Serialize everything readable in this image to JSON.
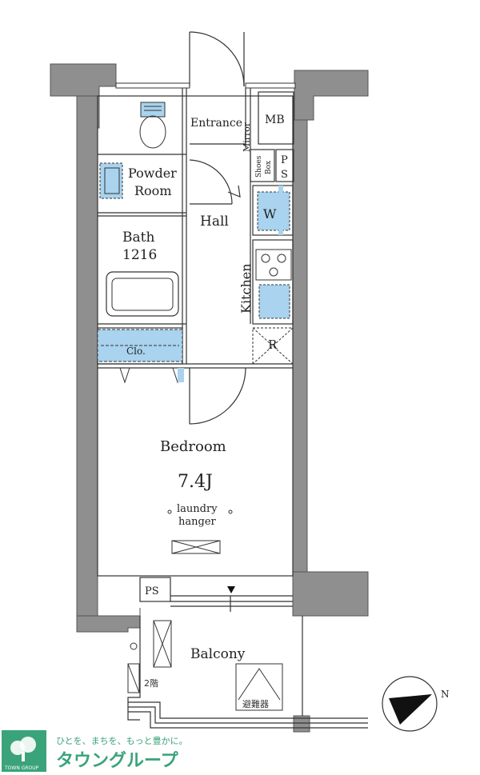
{
  "rooms": {
    "entrance": "Entrance",
    "mb": "MB",
    "mirror": "Mirror",
    "powder_room_line1": "Powder",
    "powder_room_line2": "Room",
    "shoes_box_line1": "Shoes",
    "shoes_box_line2": "Box",
    "ps_top_p": "P",
    "ps_top_s": "S",
    "hall": "Hall",
    "washer": "W",
    "bath_line1": "Bath",
    "bath_line2": "1216",
    "kitchen": "Kitchen",
    "refrigerator": "R",
    "closet": "Clo.",
    "bedroom": "Bedroom",
    "bedroom_size": "7.4J",
    "laundry_line1": "laundry",
    "laundry_line2": "hanger",
    "ps_bottom": "PS",
    "balcony": "Balcony",
    "floor_2": "2階",
    "evacuation_hatch": "避難器",
    "compass_north": "N"
  },
  "logo": {
    "tagline": "ひとを、まちを、もっと豊かに。",
    "company_name": "タウングループ",
    "small_text": "TOWN GROUP"
  },
  "colors": {
    "wall": "#8f8f8f",
    "fixture_blue": "#a9d3ee",
    "line": "#333333",
    "logo_green": "#3aa37a"
  }
}
